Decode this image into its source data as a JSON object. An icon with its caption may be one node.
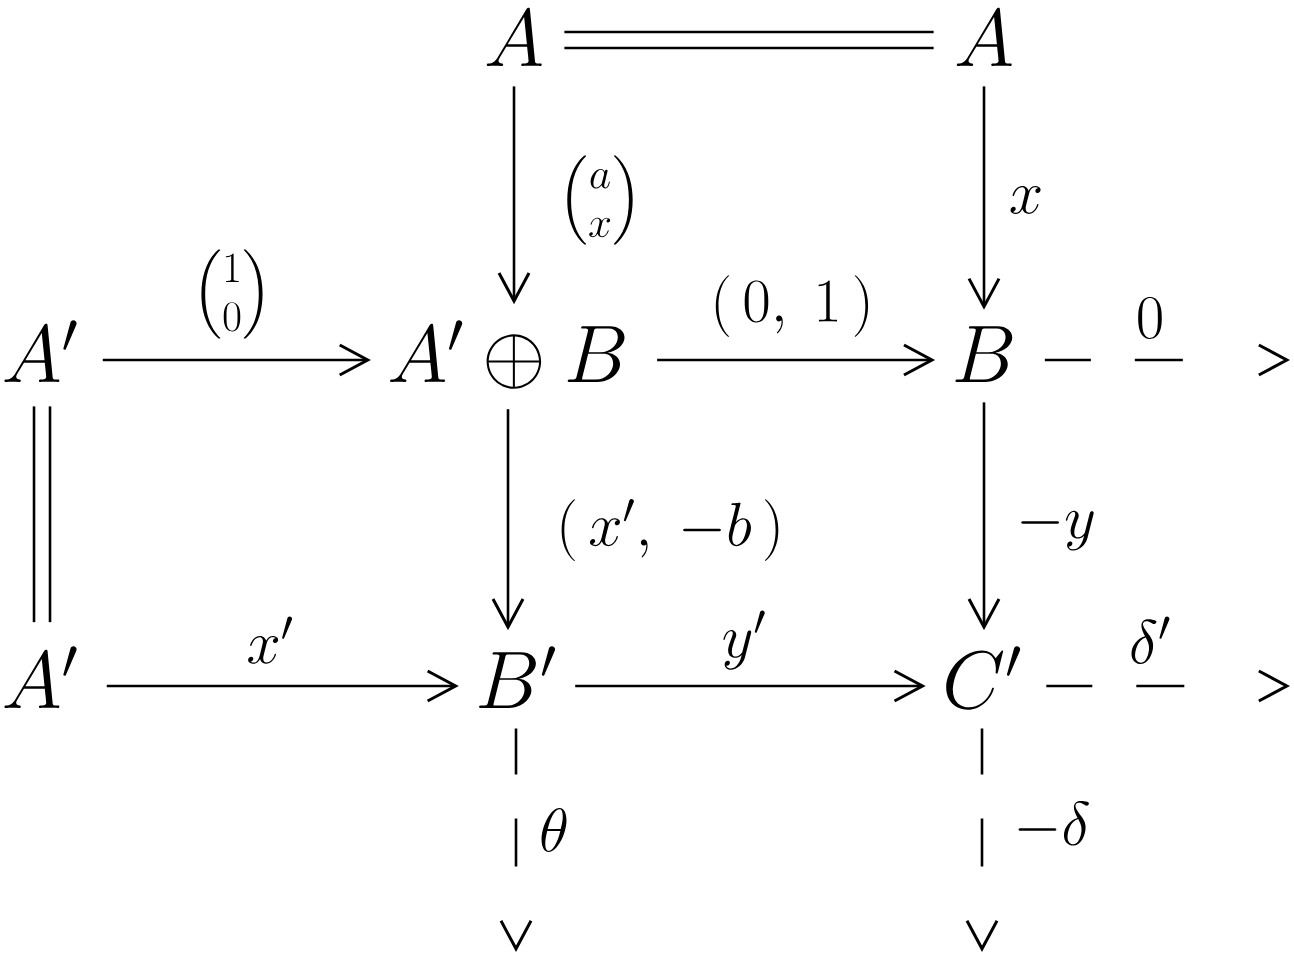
{
  "diagram": {
    "nodes": [
      {
        "text": [
          "A"
        ]
      },
      {
        "text": [
          "A"
        ]
      },
      {
        "text": [
          "A'"
        ]
      },
      {
        "text": [
          "A' \\oplus B"
        ]
      },
      {
        "text": [
          "B"
        ]
      },
      {
        "text": [
          "A'"
        ]
      },
      {
        "text": [
          "B'"
        ]
      },
      {
        "text": [
          "C'"
        ]
      }
    ],
    "edges": [
      {
        "from": 0,
        "to": 1,
        "arrow": "none"
      },
      {
        "from": 0,
        "to": 1,
        "arrow": "none"
      },
      {
        "from": 0,
        "to": 3,
        "arrow": "to",
        "label": "\\binom{a}{x}"
      },
      {
        "from": 1,
        "to": 4,
        "arrow": "to",
        "label": "x"
      },
      {
        "from": 2,
        "to": 3,
        "arrow": "to",
        "label": "\\binom{1}{0}"
      },
      {
        "from": 3,
        "to": 4,
        "arrow": "to",
        "label": "(\\,0,\\ 1\\,)"
      },
      {
        "from": 4,
        "to": null,
        "arrow": "to",
        "label": "0",
        "style": "dashed"
      },
      {
        "from": 2,
        "to": 5,
        "arrow": "none"
      },
      {
        "from": 2,
        "to": 5,
        "arrow": "none"
      },
      {
        "from": 3,
        "to": 6,
        "arrow": "to",
        "label": "(\\,x',\\ -b\\,)"
      },
      {
        "from": 4,
        "to": 7,
        "arrow": "to",
        "label": "-y"
      },
      {
        "from": 5,
        "to": 6,
        "arrow": "to",
        "label": "x'"
      },
      {
        "from": 6,
        "to": 7,
        "arrow": "to",
        "label": "y'"
      },
      {
        "from": 7,
        "to": null,
        "arrow": "to",
        "label": "\\delta'",
        "style": "dashed"
      },
      {
        "from": 6,
        "to": null,
        "arrow": "to",
        "label": "\\theta",
        "style": "dashed"
      },
      {
        "from": 7,
        "to": null,
        "arrow": "to",
        "label": "-\\delta",
        "style": "dashed"
      }
    ]
  }
}
